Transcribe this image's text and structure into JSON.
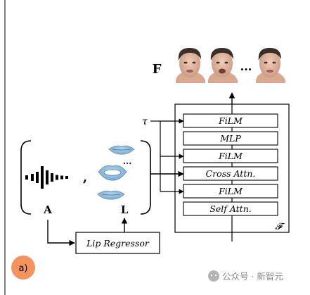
{
  "labels": {
    "output": "F",
    "audio": "A",
    "lips": "L",
    "tau": "τ",
    "ellipsis_faces": "...",
    "ellipsis_lips": "...",
    "comma": ",",
    "decoder_symbol": "𝓕",
    "lip_regressor": "Lip Regressor"
  },
  "decoder_blocks": [
    "FiLM",
    "MLP",
    "FiLM",
    "Cross Attn.",
    "FiLM",
    "Self Attn."
  ],
  "badge": {
    "text": "a)"
  },
  "watermark": {
    "text": "公众号 · 新智元"
  },
  "colors": {
    "badge": "#f5935f",
    "lip": "#8ab9dc",
    "lip_dark": "#5f93bd",
    "skin": "#e2b7a0",
    "hair": "#3a2e29",
    "stroke": "#000000"
  }
}
